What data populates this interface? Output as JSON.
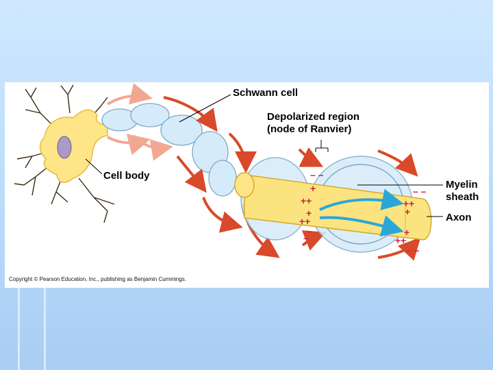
{
  "labels": {
    "schwann_cell": "Schwann cell",
    "depolarized_line1": "Depolarized region",
    "depolarized_line2": "(node of Ranvier)",
    "cell_body": "Cell body",
    "myelin_line1": "Myelin",
    "myelin_line2": "sheath",
    "axon": "Axon"
  },
  "copyright": "Copyright © Pearson Education, Inc., publishing as Benjamin Cummings.",
  "colors": {
    "background": "#bfe0fc",
    "cell_body": "#fde588",
    "nucleus": "#a99ac8",
    "myelin": "#d6ebfa",
    "axon": "#fbe47f",
    "current_arrow": "#d94a2a",
    "ion_flow": "#2aa7d8",
    "charge": "#cc1f4a"
  },
  "charges": {
    "plus": "+",
    "minus": "–"
  }
}
